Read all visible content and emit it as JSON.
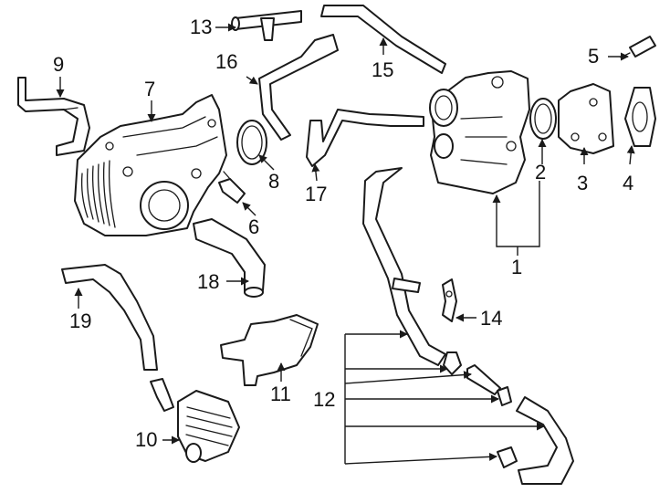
{
  "callouts": [
    {
      "id": "1",
      "text": "1"
    },
    {
      "id": "2",
      "text": "2"
    },
    {
      "id": "3",
      "text": "3"
    },
    {
      "id": "4",
      "text": "4"
    },
    {
      "id": "5",
      "text": "5"
    },
    {
      "id": "6",
      "text": "6"
    },
    {
      "id": "7",
      "text": "7"
    },
    {
      "id": "8",
      "text": "8"
    },
    {
      "id": "9",
      "text": "9"
    },
    {
      "id": "10",
      "text": "10"
    },
    {
      "id": "11",
      "text": "11"
    },
    {
      "id": "12",
      "text": "12"
    },
    {
      "id": "13",
      "text": "13"
    },
    {
      "id": "14",
      "text": "14"
    },
    {
      "id": "15",
      "text": "15"
    },
    {
      "id": "16",
      "text": "16"
    },
    {
      "id": "17",
      "text": "17"
    },
    {
      "id": "18",
      "text": "18"
    },
    {
      "id": "19",
      "text": "19"
    }
  ],
  "colors": {
    "line": "#1a1a1a",
    "background": "#ffffff"
  }
}
